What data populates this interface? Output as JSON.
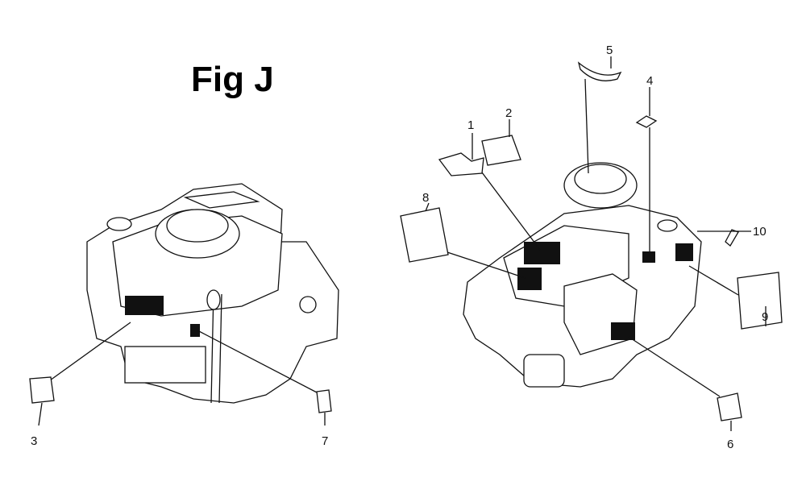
{
  "title": "Fig J",
  "callouts": [
    "1",
    "2",
    "3",
    "4",
    "5",
    "6",
    "7",
    "8",
    "9",
    "10"
  ]
}
